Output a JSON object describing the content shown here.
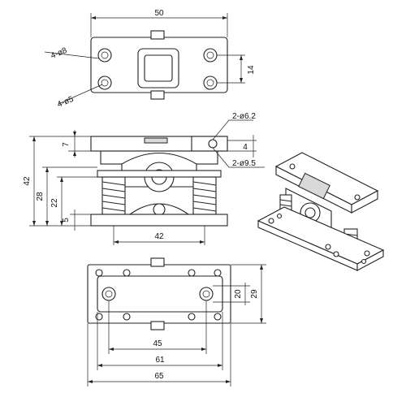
{
  "drawing": {
    "top_view": {
      "width": "50",
      "height": "14",
      "holes_large": "4-ø8",
      "holes_small": "4-ø5"
    },
    "front_view": {
      "top_plate_thickness": "7",
      "overall_height": "42",
      "body_height": "28",
      "spring_height": "22",
      "base_thickness": "5",
      "base_width": "42",
      "hole_a": "2-ø6.2",
      "hole_b": "2-ø9.5",
      "slot": "4"
    },
    "bottom_view": {
      "hole_pitch_y": "20",
      "overall_y": "29",
      "hole_pitch_x": "45",
      "plate_width": "61",
      "overall_width": "65"
    }
  },
  "colors": {
    "line": "#222222",
    "shade": "#d9d9d9"
  }
}
